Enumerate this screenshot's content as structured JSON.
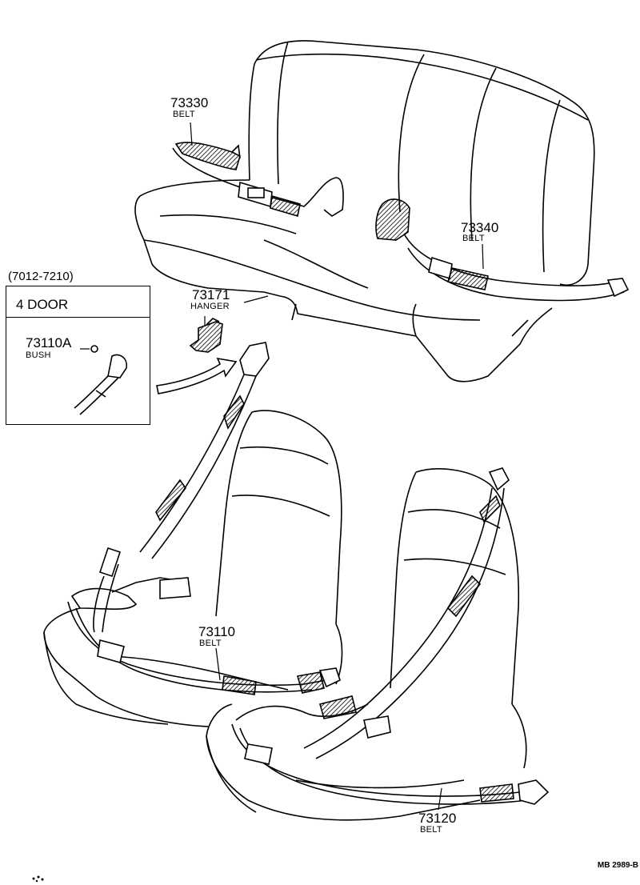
{
  "inset": {
    "range": "(7012-7210)",
    "door": "4 DOOR",
    "part_number": "73110A",
    "part_name": "BUSH"
  },
  "callouts": [
    {
      "number": "73330",
      "name": "BELT"
    },
    {
      "number": "73340",
      "name": "BELT"
    },
    {
      "number": "73171",
      "name": "HANGER"
    },
    {
      "number": "73110",
      "name": "BELT"
    },
    {
      "number": "73120",
      "name": "BELT"
    }
  ],
  "figure_code": "MB 2989-B"
}
